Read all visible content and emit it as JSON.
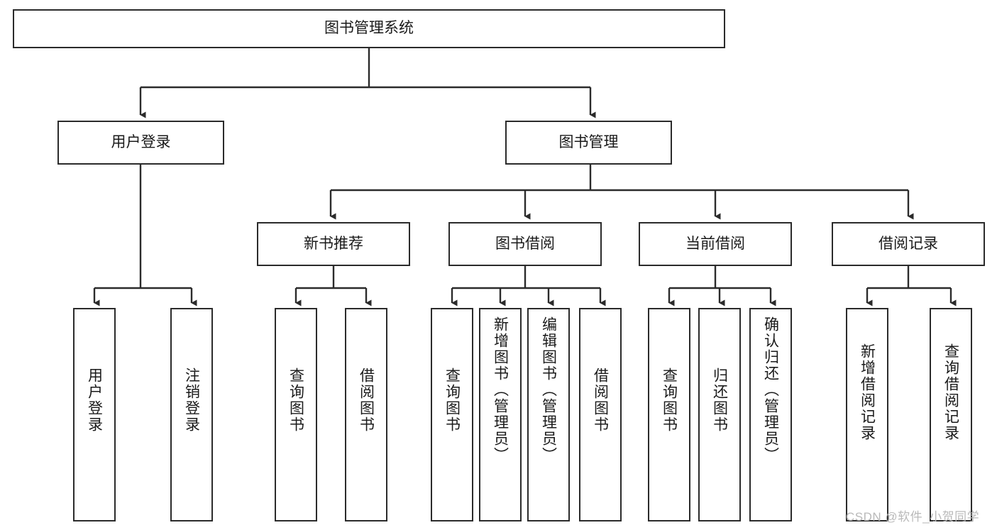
{
  "diagram": {
    "title": "图书管理系统",
    "type": "tree-hierarchy-chart",
    "orientation": "top-down",
    "colors": {
      "box_border": "#2b2b2b",
      "box_fill": "#ffffff",
      "connector": "#2b2b2b",
      "text": "#1a1a1a",
      "watermark": "#b9b9b9"
    },
    "root": {
      "id": "root",
      "label": "图书管理系统"
    },
    "level2": [
      {
        "id": "user-login",
        "label": "用户登录"
      },
      {
        "id": "book-management",
        "label": "图书管理"
      }
    ],
    "level3": [
      {
        "id": "new-book-recommend",
        "label": "新书推荐",
        "parent": "book-management"
      },
      {
        "id": "book-borrow",
        "label": "图书借阅",
        "parent": "book-management"
      },
      {
        "id": "current-borrow",
        "label": "当前借阅",
        "parent": "book-management"
      },
      {
        "id": "borrow-record",
        "label": "借阅记录",
        "parent": "book-management"
      }
    ],
    "leaves": {
      "user-login": [
        {
          "id": "leaf-user-login",
          "label": "用户登录"
        },
        {
          "id": "leaf-user-logout",
          "label": "注销登录"
        }
      ],
      "new-book-recommend": [
        {
          "id": "leaf-query-book-1",
          "label": "查询图书"
        },
        {
          "id": "leaf-borrow-book-1",
          "label": "借阅图书"
        }
      ],
      "book-borrow": [
        {
          "id": "leaf-query-book-2",
          "label": "查询图书"
        },
        {
          "id": "leaf-add-book",
          "label": "新增图书（管理员）"
        },
        {
          "id": "leaf-edit-book",
          "label": "编辑图书（管理员）"
        },
        {
          "id": "leaf-borrow-book-2",
          "label": "借阅图书"
        }
      ],
      "current-borrow": [
        {
          "id": "leaf-query-book-3",
          "label": "查询图书"
        },
        {
          "id": "leaf-return-book",
          "label": "归还图书"
        },
        {
          "id": "leaf-confirm-return",
          "label": "确认归还（管理员）"
        }
      ],
      "borrow-record": [
        {
          "id": "leaf-add-record",
          "label": "新增借阅记录"
        },
        {
          "id": "leaf-query-record",
          "label": "查询借阅记录"
        }
      ]
    }
  },
  "watermark": {
    "text": "CSDN @软件_小贺同学"
  }
}
